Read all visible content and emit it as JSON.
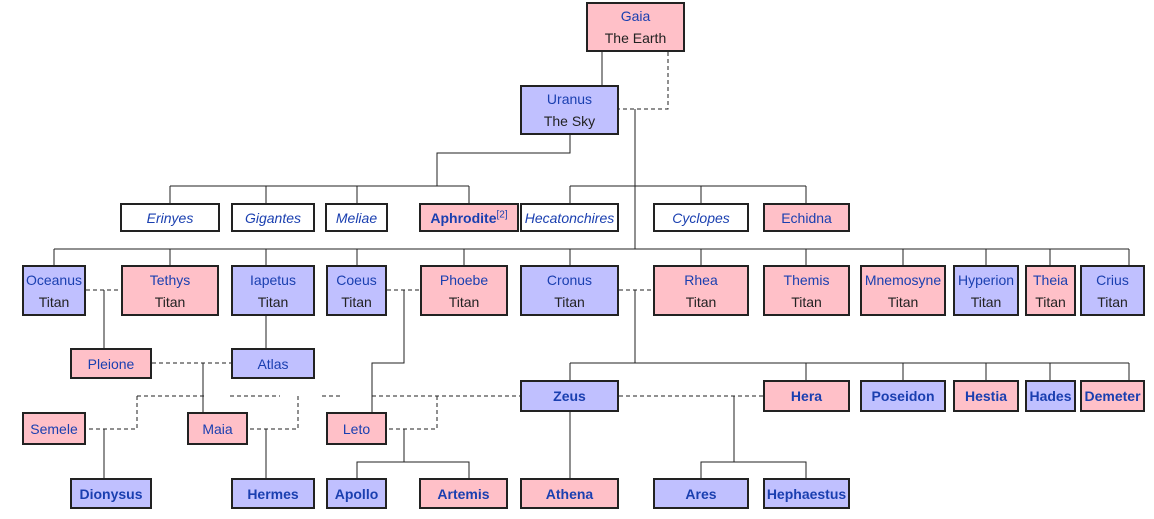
{
  "subtitles": {
    "earth": "The Earth",
    "sky": "The Sky",
    "titan": "Titan"
  },
  "names": {
    "gaia": "Gaia",
    "uranus": "Uranus",
    "erinyes": "Erinyes",
    "gigantes": "Gigantes",
    "meliae": "Meliae",
    "aphrodite": "Aphrodite",
    "aphrodite_ref": "[2]",
    "hecatonchires": "Hecatonchires",
    "cyclopes": "Cyclopes",
    "echidna": "Echidna",
    "oceanus": "Oceanus",
    "tethys": "Tethys",
    "iapetus": "Iapetus",
    "coeus": "Coeus",
    "phoebe": "Phoebe",
    "cronus": "Cronus",
    "rhea": "Rhea",
    "themis": "Themis",
    "mnemosyne": "Mnemosyne",
    "hyperion": "Hyperion",
    "theia": "Theia",
    "crius": "Crius",
    "pleione": "Pleione",
    "atlas": "Atlas",
    "zeus": "Zeus",
    "hera": "Hera",
    "poseidon": "Poseidon",
    "hestia": "Hestia",
    "hades": "Hades",
    "demeter": "Demeter",
    "semele": "Semele",
    "maia": "Maia",
    "leto": "Leto",
    "dionysus": "Dionysus",
    "hermes": "Hermes",
    "apollo": "Apollo",
    "artemis": "Artemis",
    "athena": "Athena",
    "ares": "Ares",
    "hephaestus": "Hephaestus"
  },
  "colors": {
    "female": "#ffc0c8",
    "male": "#c0c0ff",
    "group": "#ffffff",
    "name_text": "#1a3fb0"
  }
}
